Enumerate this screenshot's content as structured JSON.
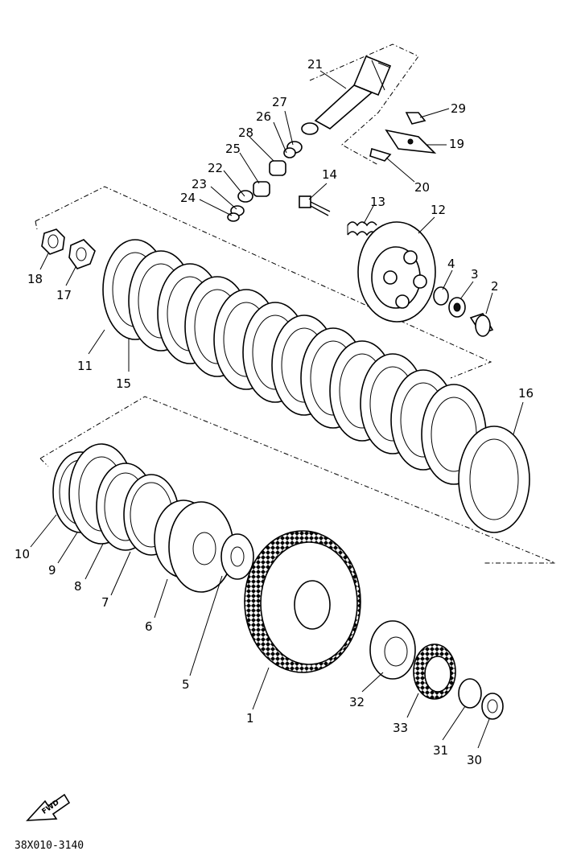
{
  "callouts": [
    {
      "id": "1",
      "label": "1"
    },
    {
      "id": "2",
      "label": "2"
    },
    {
      "id": "3",
      "label": "3"
    },
    {
      "id": "4",
      "label": "4"
    },
    {
      "id": "5",
      "label": "5"
    },
    {
      "id": "6",
      "label": "6"
    },
    {
      "id": "7",
      "label": "7"
    },
    {
      "id": "8",
      "label": "8"
    },
    {
      "id": "9",
      "label": "9"
    },
    {
      "id": "10",
      "label": "10"
    },
    {
      "id": "11",
      "label": "11"
    },
    {
      "id": "12",
      "label": "12"
    },
    {
      "id": "13",
      "label": "13"
    },
    {
      "id": "14",
      "label": "14"
    },
    {
      "id": "15",
      "label": "15"
    },
    {
      "id": "16",
      "label": "16"
    },
    {
      "id": "17",
      "label": "17"
    },
    {
      "id": "18",
      "label": "18"
    },
    {
      "id": "19",
      "label": "19"
    },
    {
      "id": "20",
      "label": "20"
    },
    {
      "id": "21",
      "label": "21"
    },
    {
      "id": "22",
      "label": "22"
    },
    {
      "id": "23",
      "label": "23"
    },
    {
      "id": "24",
      "label": "24"
    },
    {
      "id": "25",
      "label": "25"
    },
    {
      "id": "26",
      "label": "26"
    },
    {
      "id": "27",
      "label": "27"
    },
    {
      "id": "28",
      "label": "28"
    },
    {
      "id": "29",
      "label": "29"
    },
    {
      "id": "30",
      "label": "30"
    },
    {
      "id": "31",
      "label": "31"
    },
    {
      "id": "32",
      "label": "32"
    },
    {
      "id": "33",
      "label": "33"
    }
  ],
  "fwd_label": "FWD",
  "drawing_code": "38X010-3140"
}
